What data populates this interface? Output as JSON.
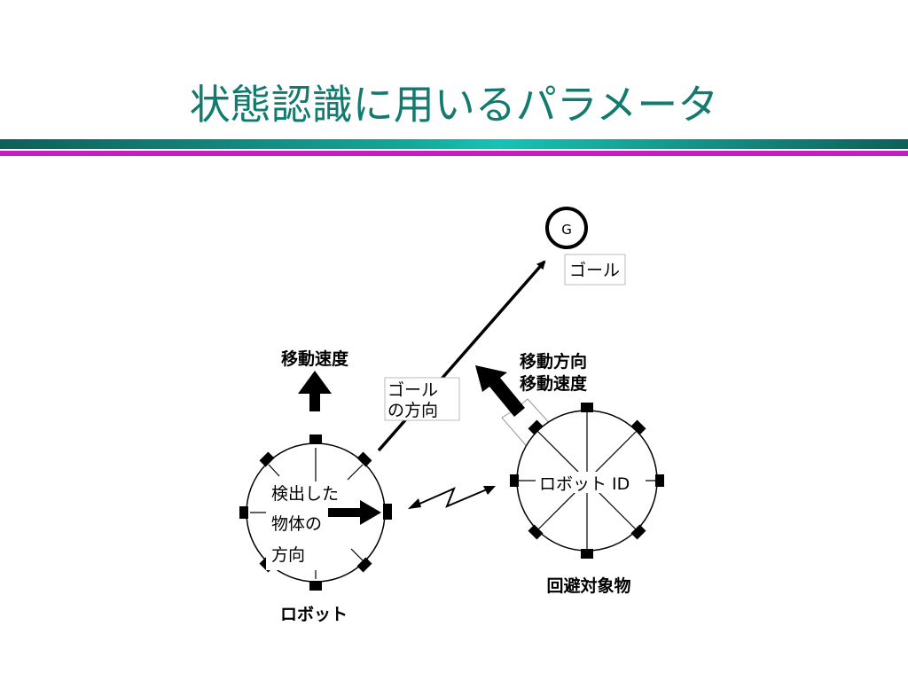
{
  "title": "状態認識に用いるパラメータ",
  "colors": {
    "title": "#127a6e",
    "teal_bar": "#13a79c",
    "magenta_bar": "#c41ec4"
  },
  "labels": {
    "goal_symbol": "G",
    "goal": "ゴール",
    "goal_direction_line1": "ゴール",
    "goal_direction_line2": "の方向",
    "robot_speed": "移動速度",
    "detected_line1": "検出した",
    "detected_line2": "物体の",
    "detected_line3": "方向",
    "robot": "ロボット",
    "obstacle_direction": "移動方向",
    "obstacle_speed": "移動速度",
    "robot_id": "ロボット ID",
    "obstacle": "回避対象物"
  }
}
